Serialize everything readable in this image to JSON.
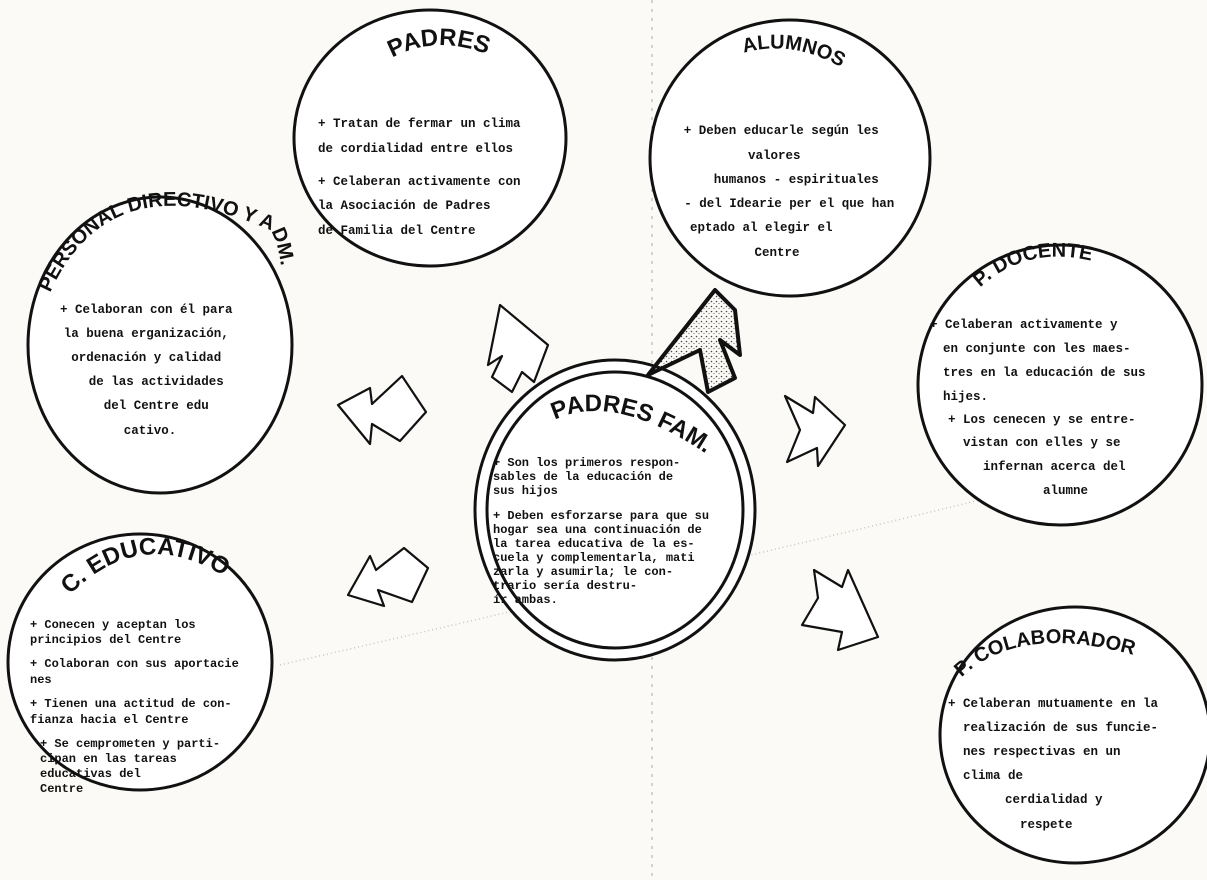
{
  "center": {
    "title": "PADRES FAM.",
    "lines": [
      "+ Son los primeros respon-",
      "  sables de la educación de",
      "  sus hijos",
      "+ Deben esforzarse  para que su",
      "  hogar sea una continuación de",
      "  la tarea educativa de la es-",
      "  cuela y complementarla, mati",
      "   zarla y asumirla; le con-",
      "    trario sería destru-",
      "      ír ambas."
    ]
  },
  "padres": {
    "title": "PADRES",
    "lines": [
      "+ Tratan de fermar un clima",
      "  de cordialidad entre ellos",
      "+ Celaberan activamente con",
      "  la Asociación de Padres",
      "  de Familia del Centre"
    ]
  },
  "alumnos": {
    "title": "ALUMNOS",
    "lines": [
      "+ Deben educarle según les",
      "valores",
      "humanos - espirituales",
      "- del Idearie per el que han",
      "eptado al elegir el",
      "Centre"
    ]
  },
  "personal": {
    "title": "PERSONAL DIRECTIVO Y ADM.",
    "lines": [
      "+ Celaboran con él para",
      "la buena erganización,",
      "ordenación y calidad",
      "de las actividades",
      "del Centre edu",
      "cativo."
    ]
  },
  "docente": {
    "title": "P. DOCENTE",
    "lines": [
      "+ Celaberan activamente y",
      "en conjunte con les maes-",
      "tres en la educación de sus",
      "hijes.",
      "+ Los cenecen y se entre-",
      "vistan con elles y se",
      "infernan acerca del",
      "alumne"
    ]
  },
  "educativo": {
    "title": "C. EDUCATIVO",
    "lines": [
      "+ Conecen y aceptan los",
      "  principios del Centre",
      "+ Colaboran con sus aportacie",
      "  nes",
      "+ Tienen una actitud de con-",
      "  fianza hacia el Centre",
      "+ Se cemprometen y parti-",
      "   cipan en las tareas",
      "    educativas del",
      "       Centre"
    ]
  },
  "colaborador": {
    "title": "P. COLABORADOR",
    "lines": [
      "+ Celaberan mutuamente en la",
      "realización de sus funcie-",
      "nes respectivas en un",
      "clima de",
      "cerdialidad y",
      "respete"
    ]
  }
}
